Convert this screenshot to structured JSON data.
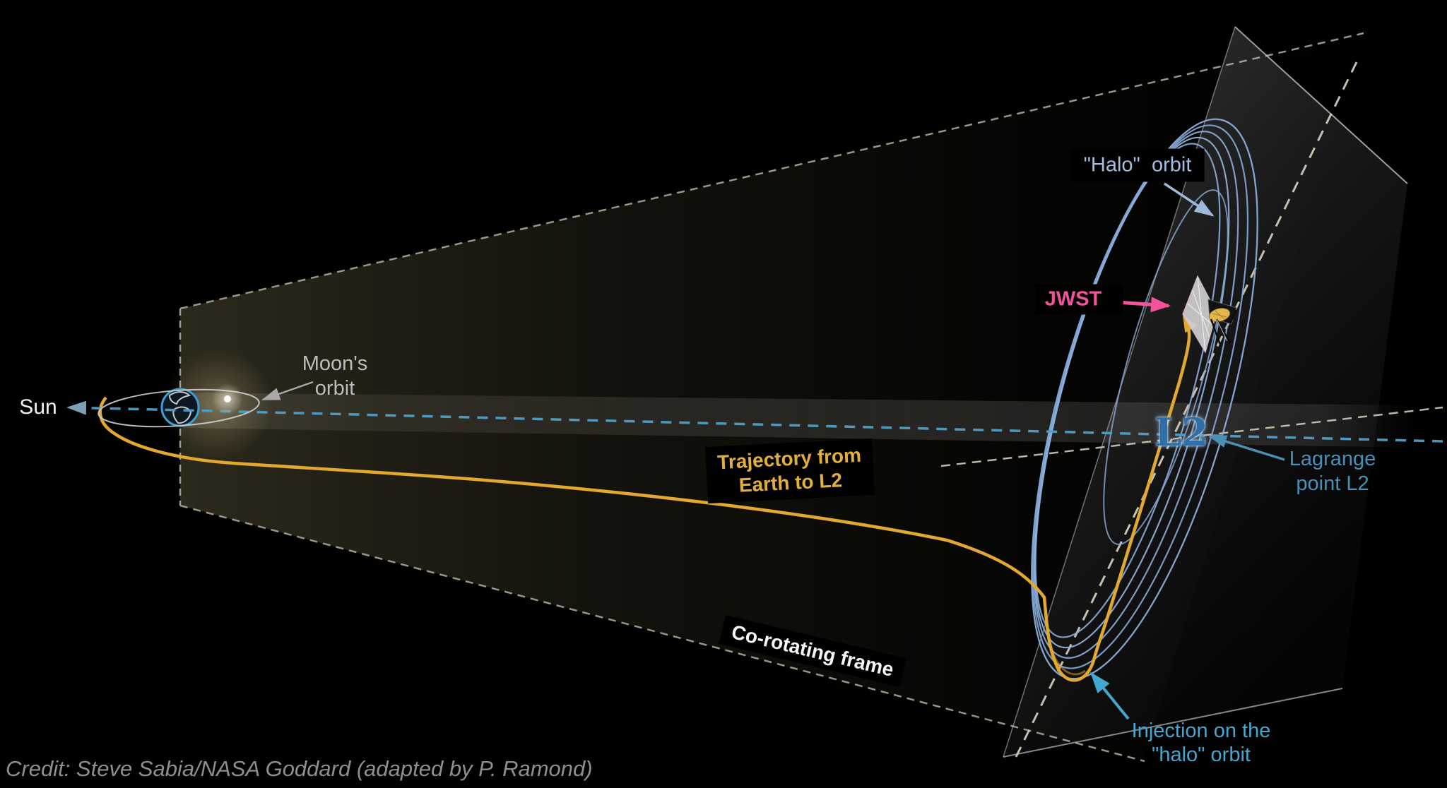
{
  "figure": {
    "description": "Diagram of the JWST trajectory from Earth to a halo orbit around the Sun-Earth Lagrange point L2, shown in the co-rotating frame"
  },
  "labels": {
    "sun": "Sun",
    "moons_orbit": "Moon's\norbit",
    "trajectory": "Trajectory from\nEarth to L2",
    "corotating_frame": "Co-rotating frame",
    "halo_orbit": "\"Halo\"  orbit",
    "jwst": "JWST",
    "l2": "L2",
    "lagrange_point": "Lagrange\npoint L2",
    "injection": "Injection on the\n\"halo\" orbit",
    "credit": "Credit: Steve Sabia/NASA Goddard (adapted by P. Ramond)"
  },
  "colors": {
    "background": "#000000",
    "sun_earth_l2_line": "#4f9fc8",
    "halo_ring_blue": "#8aadda",
    "halo_label_blue": "#a5bedd",
    "trajectory_gold": "#e2a92e",
    "jwst_pink": "#f2539b",
    "lagrange_teal": "#4b8fb5",
    "injection_cyan": "#41a9d1",
    "frame_dash_gray": "#a9a595",
    "moon_label_gray": "#bdbdbd",
    "corotating_white": "#f5f5f5",
    "credit_gray": "#8f8f8f",
    "l2_glyph_blue": "#2f6ea6",
    "earth_outline_blue": "#3f9fd4"
  },
  "icons": {
    "sun_arrowhead": "left-pointing triangle at end of dashed Sun line",
    "earth_globe": "blue-outlined globe with continents",
    "moon_dot": "glowing white dot on Moon's orbit",
    "jwst_spacecraft": "JWST with silver sunshield and gold mirror",
    "trajectory_arrowhead": "gold triangle at end of transfer trajectory"
  }
}
